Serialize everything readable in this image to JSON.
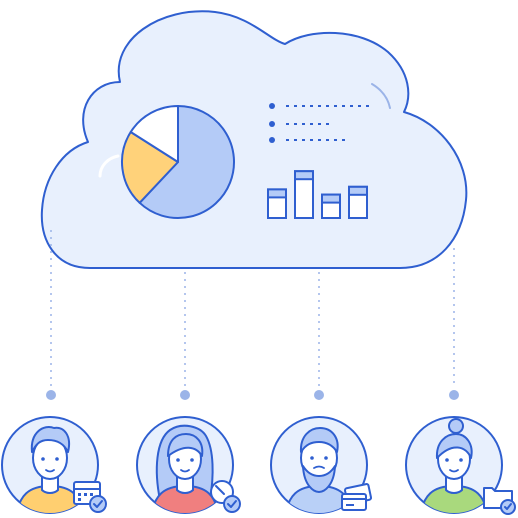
{
  "illustration": {
    "theme": "cloud-analytics-shared-with-users",
    "colors": {
      "outline": "#2f5fd0",
      "cloud_fill": "#e8f0fd",
      "pie_main": "#b4cbf7",
      "pie_yellow": "#ffd27a",
      "pie_white": "#ffffff",
      "skin": "#ffffff",
      "shirt_yellow": "#ffcf70",
      "shirt_red": "#f07f7f",
      "shirt_blue": "#b9d0f7",
      "shirt_green": "#a9d97d",
      "connector": "#9bb4e8"
    },
    "pie_chart": {
      "slices": [
        {
          "name": "blue",
          "fraction": 0.62
        },
        {
          "name": "yellow",
          "fraction": 0.22
        },
        {
          "name": "white",
          "fraction": 0.16
        }
      ]
    },
    "bar_chart": {
      "levels": [
        0.55,
        0.9,
        0.45,
        0.6
      ]
    },
    "legend_lines": 3,
    "users": [
      {
        "name": "boy",
        "accessory": "calendar-check-icon"
      },
      {
        "name": "girl",
        "accessory": "compass-check-icon"
      },
      {
        "name": "bearded-man",
        "accessory": "credit-card-icon"
      },
      {
        "name": "woman-bun",
        "accessory": "folder-check-icon"
      }
    ]
  }
}
